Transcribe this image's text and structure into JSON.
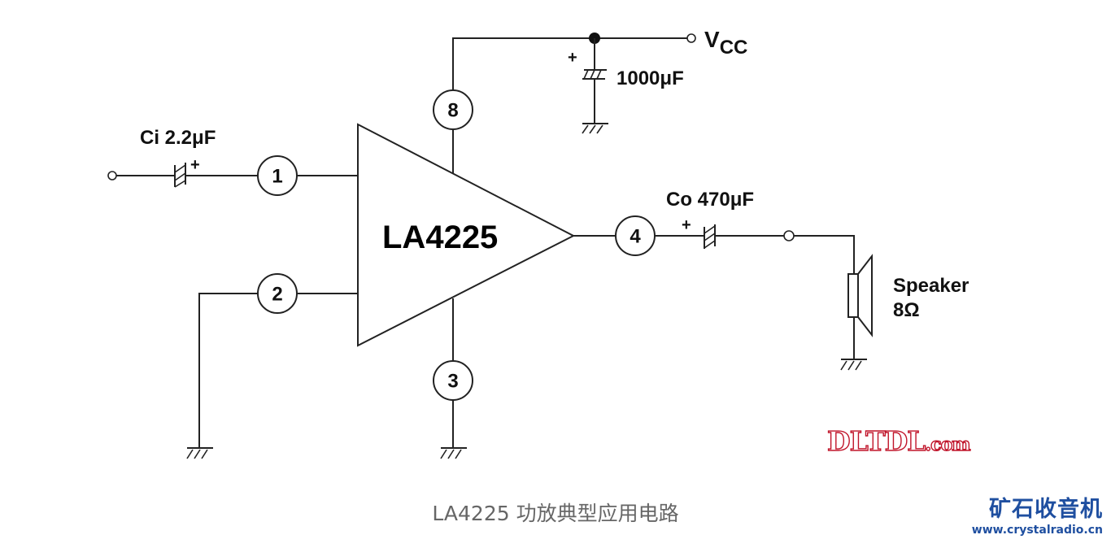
{
  "diagram": {
    "chip_label": "LA4225",
    "pins": [
      {
        "number": "1",
        "role": "input"
      },
      {
        "number": "2",
        "role": "ground"
      },
      {
        "number": "3",
        "role": "ground"
      },
      {
        "number": "4",
        "role": "output"
      },
      {
        "number": "8",
        "role": "vcc"
      }
    ],
    "components": {
      "input_cap": {
        "name": "Ci",
        "value": "2.2μF",
        "label": "Ci 2.2μF",
        "polarity": "+"
      },
      "supply_cap": {
        "value": "1000μF",
        "label": "1000μF",
        "polarity": "+"
      },
      "output_cap": {
        "name": "Co",
        "value": "470μF",
        "label": "Co 470μF",
        "polarity": "+"
      },
      "speaker": {
        "label": "Speaker",
        "impedance": "8Ω"
      }
    },
    "supply": {
      "label_main": "V",
      "label_sub": "CC"
    }
  },
  "caption": "LA4225 功放典型应用电路",
  "watermarks": {
    "dltdl": {
      "main": "DLTDL",
      "suffix": ".com"
    },
    "crystalradio": {
      "title": "矿石收音机",
      "url": "www.crystalradio.cn"
    }
  }
}
